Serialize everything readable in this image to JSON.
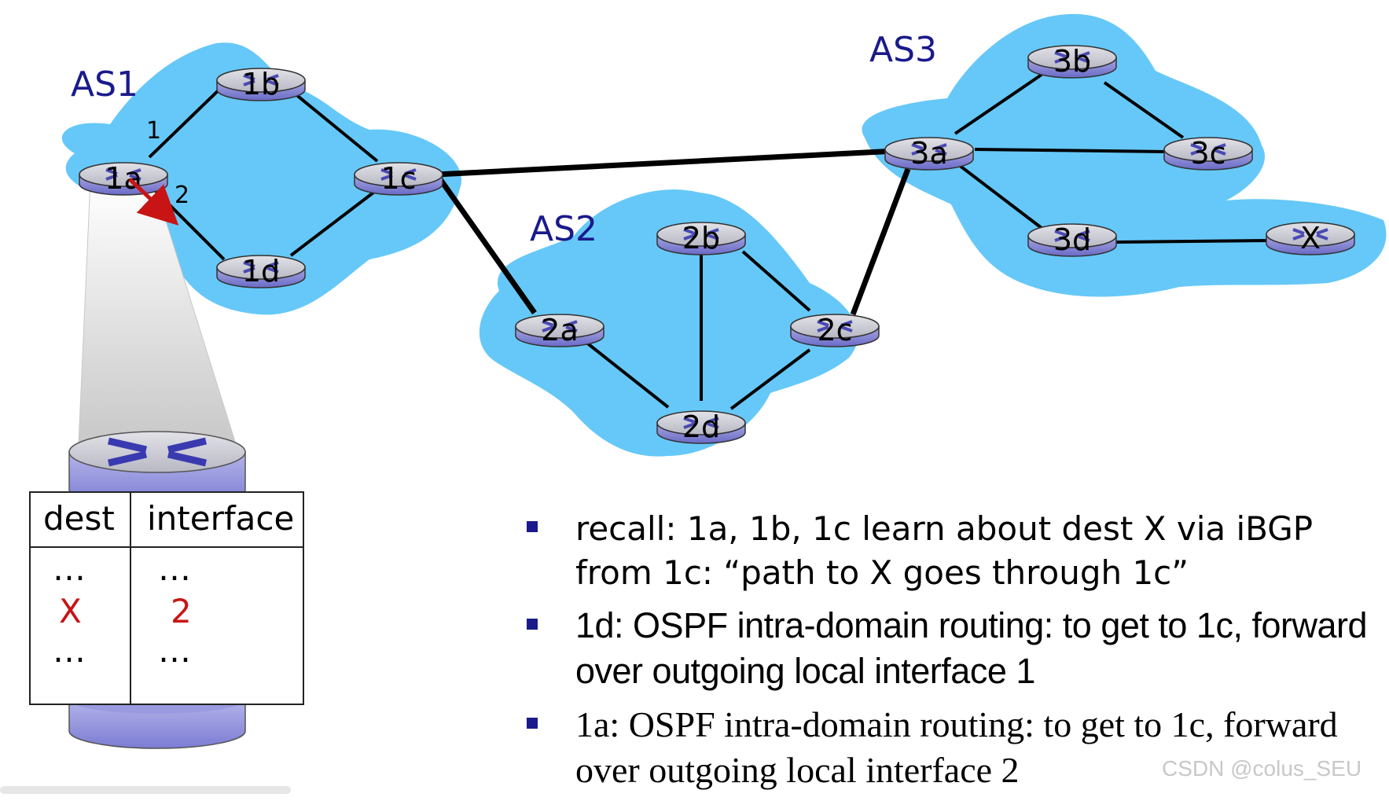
{
  "as_labels": {
    "as1": "AS1",
    "as2": "AS2",
    "as3": "AS3"
  },
  "routers": {
    "r1a": "1a",
    "r1b": "1b",
    "r1c": "1c",
    "r1d": "1d",
    "r2a": "2a",
    "r2b": "2b",
    "r2c": "2c",
    "r2d": "2d",
    "r3a": "3a",
    "r3b": "3b",
    "r3c": "3c",
    "r3d": "3d",
    "rx": "X"
  },
  "interface_labels": {
    "if1": "1",
    "if2": "2"
  },
  "forwarding_table": {
    "headers": {
      "dest": "dest",
      "interface": "interface"
    },
    "rows": [
      {
        "dest": "…",
        "interface": "…"
      },
      {
        "dest": "X",
        "interface": "2"
      },
      {
        "dest": "…",
        "interface": "…"
      }
    ]
  },
  "bullets": [
    {
      "text": "recall: 1a, 1b, 1c learn about dest X via iBGP from 1c: “path to X goes through 1c”"
    },
    {
      "text": "1d: OSPF intra-domain routing: to get to 1c, forward over outgoing local interface 1"
    },
    {
      "text": "1a: OSPF intra-domain routing: to get to 1c, forward over outgoing local interface 2"
    }
  ],
  "watermark": "CSDN @colus_SEU",
  "colors": {
    "cloud": "#66c8f8",
    "as_label": "#1a1a8c",
    "highlight": "#c81414",
    "bullet": "#1a1a8c"
  },
  "icons": {
    "router": "router-icon",
    "bullet": "square-bullet-icon",
    "arrow": "arrow-icon"
  }
}
